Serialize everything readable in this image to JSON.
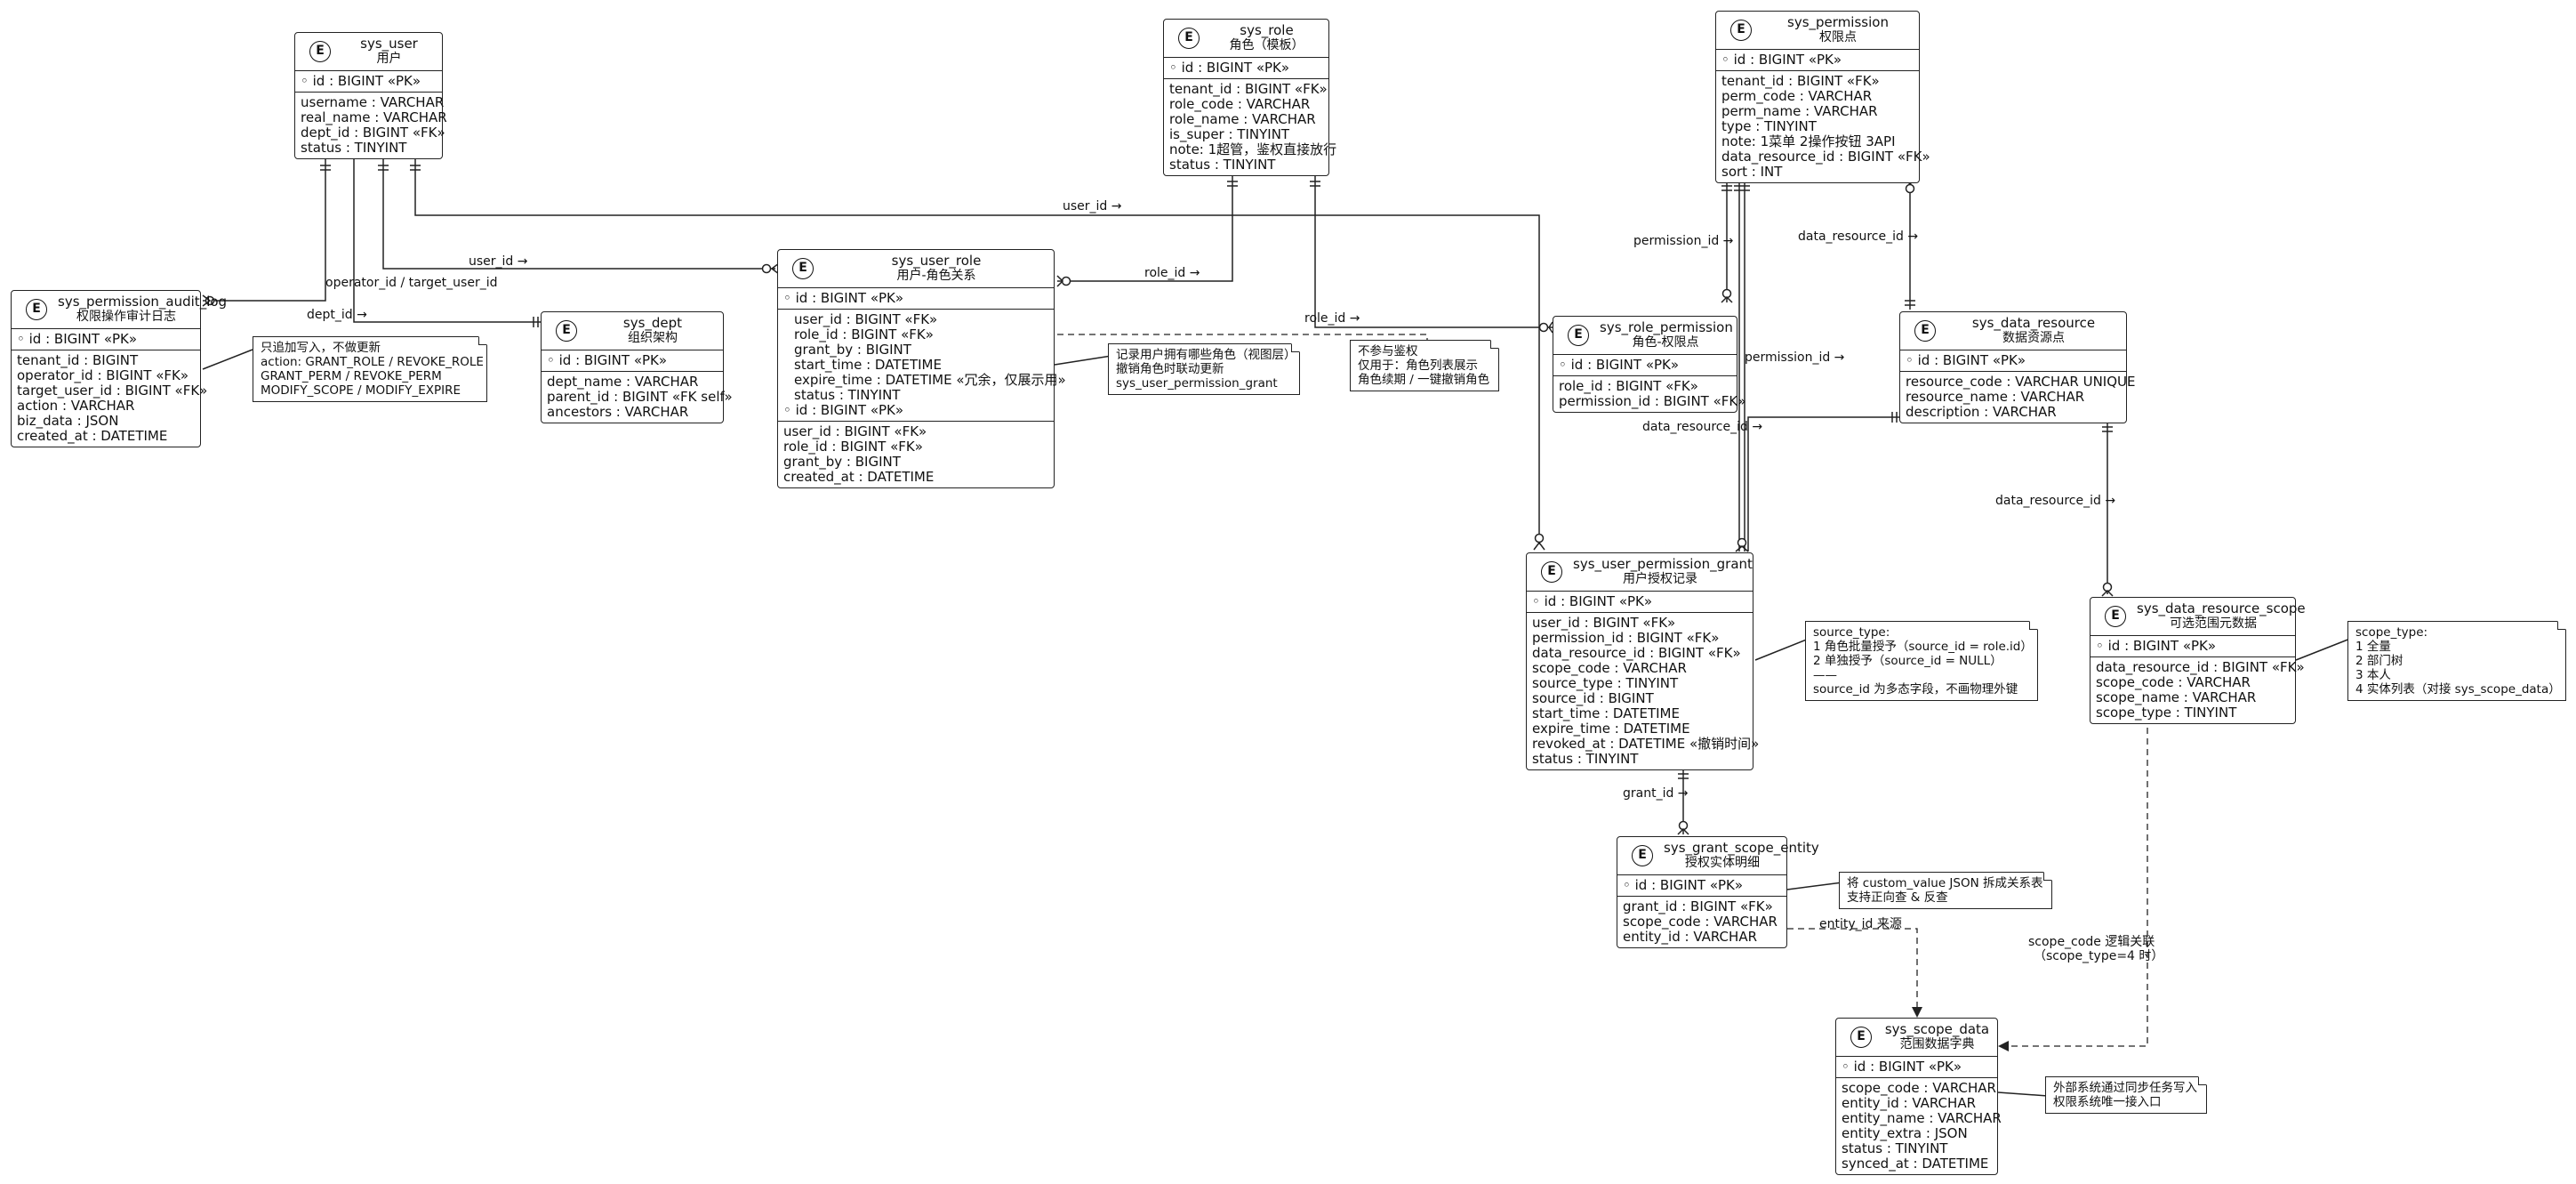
{
  "entities": {
    "sys_user": {
      "badge": "E",
      "name": "sys_user",
      "sub": "用户",
      "key": "id : BIGINT «PK»",
      "fields": [
        "username : VARCHAR",
        "real_name : VARCHAR",
        "dept_id : BIGINT «FK»",
        "status : TINYINT"
      ]
    },
    "sys_role": {
      "badge": "E",
      "name": "sys_role",
      "sub": "角色（模板）",
      "key": "id : BIGINT «PK»",
      "fields": [
        "tenant_id : BIGINT «FK»",
        "role_code : VARCHAR",
        "role_name : VARCHAR",
        "is_super : TINYINT",
        "note: 1超管，鉴权直接放行",
        "status : TINYINT"
      ]
    },
    "sys_permission": {
      "badge": "E",
      "name": "sys_permission",
      "sub": "权限点",
      "key": "id : BIGINT «PK»",
      "fields": [
        "tenant_id : BIGINT «FK»",
        "perm_code : VARCHAR",
        "perm_name : VARCHAR",
        "type : TINYINT",
        "note: 1菜单 2操作按钮 3API",
        "data_resource_id : BIGINT «FK»",
        "sort : INT"
      ]
    },
    "sys_permission_audit_log": {
      "badge": "E",
      "name": "sys_permission_audit_log",
      "sub": "权限操作审计日志",
      "key": "id : BIGINT «PK»",
      "fields": [
        "tenant_id : BIGINT",
        "operator_id : BIGINT «FK»",
        "target_user_id : BIGINT «FK»",
        "action : VARCHAR",
        "biz_data : JSON",
        "created_at : DATETIME"
      ]
    },
    "sys_dept": {
      "badge": "E",
      "name": "sys_dept",
      "sub": "组织架构",
      "key": "id : BIGINT «PK»",
      "fields": [
        "dept_name : VARCHAR",
        "parent_id : BIGINT «FK self»",
        "ancestors : VARCHAR"
      ]
    },
    "sys_user_role": {
      "badge": "E",
      "name": "sys_user_role",
      "sub": "用户-角色关系",
      "key": "id : BIGINT «PK»",
      "fields": [
        "user_id : BIGINT «FK»",
        "role_id : BIGINT «FK»",
        "grant_by : BIGINT",
        "start_time : DATETIME",
        "expire_time : DATETIME «冗余，仅展示用»",
        "status : TINYINT",
        "id : BIGINT «PK»"
      ],
      "fields2": [
        "user_id : BIGINT «FK»",
        "role_id : BIGINT «FK»",
        "grant_by : BIGINT",
        "created_at : DATETIME"
      ]
    },
    "sys_role_permission": {
      "badge": "E",
      "name": "sys_role_permission",
      "sub": "角色-权限点",
      "key": "id : BIGINT «PK»",
      "fields": [
        "role_id : BIGINT «FK»",
        "permission_id : BIGINT «FK»"
      ]
    },
    "sys_data_resource": {
      "badge": "E",
      "name": "sys_data_resource",
      "sub": "数据资源点",
      "key": "id : BIGINT «PK»",
      "fields": [
        "resource_code : VARCHAR UNIQUE",
        "resource_name : VARCHAR",
        "description : VARCHAR"
      ]
    },
    "sys_user_permission_grant": {
      "badge": "E",
      "name": "sys_user_permission_grant",
      "sub": "用户授权记录",
      "key": "id : BIGINT «PK»",
      "fields": [
        "user_id : BIGINT «FK»",
        "permission_id : BIGINT «FK»",
        "data_resource_id : BIGINT «FK»",
        "scope_code : VARCHAR",
        "source_type : TINYINT",
        "source_id : BIGINT",
        "start_time : DATETIME",
        "expire_time : DATETIME",
        "revoked_at : DATETIME «撤销时间»",
        "status : TINYINT"
      ]
    },
    "sys_data_resource_scope": {
      "badge": "E",
      "name": "sys_data_resource_scope",
      "sub": "可选范围元数据",
      "key": "id : BIGINT «PK»",
      "fields": [
        "data_resource_id : BIGINT «FK»",
        "scope_code : VARCHAR",
        "scope_name : VARCHAR",
        "scope_type : TINYINT"
      ]
    },
    "sys_grant_scope_entity": {
      "badge": "E",
      "name": "sys_grant_scope_entity",
      "sub": "授权实体明细",
      "key": "id : BIGINT «PK»",
      "fields": [
        "grant_id : BIGINT «FK»",
        "scope_code : VARCHAR",
        "entity_id : VARCHAR"
      ]
    },
    "sys_scope_data": {
      "badge": "E",
      "name": "sys_scope_data",
      "sub": "范围数据字典",
      "key": "id : BIGINT «PK»",
      "fields": [
        "scope_code : VARCHAR",
        "entity_id : VARCHAR",
        "entity_name : VARCHAR",
        "entity_extra : JSON",
        "status : TINYINT",
        "synced_at : DATETIME"
      ]
    }
  },
  "notes": {
    "audit": [
      "只追加写入，不做更新",
      "action: GRANT_ROLE / REVOKE_ROLE",
      "GRANT_PERM / REVOKE_PERM",
      "MODIFY_SCOPE / MODIFY_EXPIRE"
    ],
    "user_role": [
      "记录用户拥有哪些角色（视图层）",
      "撤销角色时联动更新",
      "sys_user_permission_grant"
    ],
    "role_perm": [
      "不参与鉴权",
      "仅用于：角色列表展示",
      "角色续期 / 一键撤销角色"
    ],
    "grant": [
      "source_type:",
      "1 角色批量授予（source_id = role.id）",
      "2 单独授予（source_id = NULL）",
      "——",
      "source_id 为多态字段，不画物理外键"
    ],
    "scope": [
      "scope_type:",
      "1 全量",
      "2 部门树",
      "3 本人",
      "4 实体列表（对接 sys_scope_data）"
    ],
    "entity": [
      "将 custom_value JSON 拆成关系表",
      "支持正向查 & 反查"
    ],
    "scope_data": [
      "外部系统通过同步任务写入",
      "权限系统唯一接入口"
    ]
  },
  "labels": {
    "user_id_top": "user_id →",
    "user_id_ur": "user_id →",
    "operator": "operator_id / target_user_id",
    "dept_id": "dept_id →",
    "role_id_ur": "role_id →",
    "role_id_rp": "role_id →",
    "permission_id_rp": "permission_id →",
    "permission_id_g": "permission_id →",
    "data_resource_id_p": "data_resource_id →",
    "data_resource_id_g": "data_resource_id →",
    "data_resource_id_s": "data_resource_id →",
    "grant_id": "grant_id →",
    "entity_src": "entity_id 来源",
    "scope_logic_1": "scope_code 逻辑关联",
    "scope_logic_2": "（scope_type=4 时）"
  }
}
